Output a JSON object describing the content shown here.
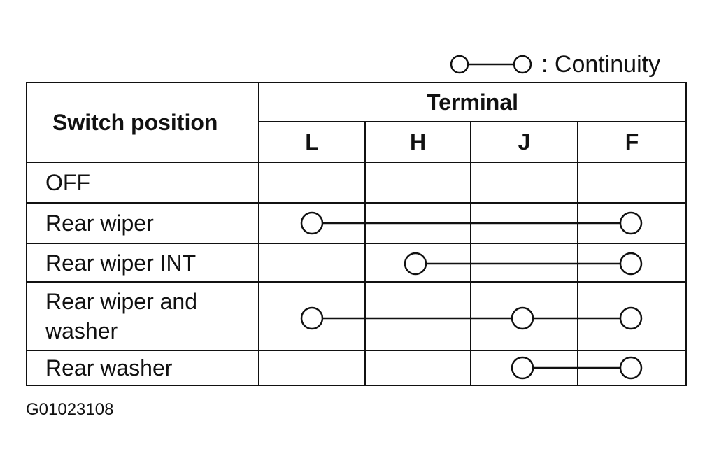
{
  "legend": {
    "symbol": "circle-line-circle",
    "text": ": Continuity"
  },
  "table": {
    "switch_header": "Switch position",
    "terminal_header": "Terminal",
    "terminals": [
      "L",
      "H",
      "J",
      "F"
    ],
    "rows": [
      {
        "label": "OFF",
        "continuity": []
      },
      {
        "label": "Rear wiper",
        "continuity": [
          "L",
          "F"
        ]
      },
      {
        "label": "Rear wiper INT",
        "continuity": [
          "H",
          "F"
        ]
      },
      {
        "label": "Rear wiper and washer",
        "continuity": [
          "L",
          "J",
          "F"
        ]
      },
      {
        "label": "Rear washer",
        "continuity": [
          "J",
          "F"
        ]
      }
    ]
  },
  "figure_code": "G01023108"
}
